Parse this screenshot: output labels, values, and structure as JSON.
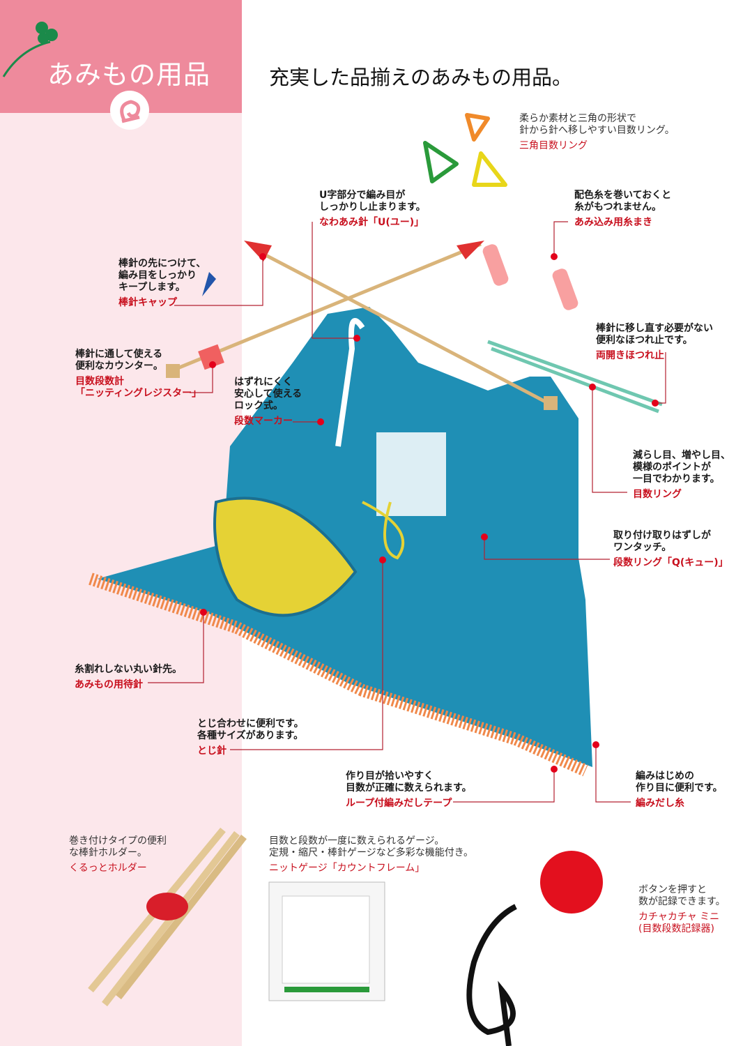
{
  "header": {
    "category_title": "あみもの用品",
    "headline": "充実した品揃えのあみもの用品。"
  },
  "colors": {
    "header_pink": "#EE8A9C",
    "panel_pink": "#FCE7EB",
    "accent_red": "#C8101E",
    "sweater_blue": "#1F8FB5"
  },
  "callouts": [
    {
      "id": "triangle-ring",
      "desc": "柔らか素材と三角の形状で\n針から針へ移しやすい目数リング。",
      "name": "三角目数リング"
    },
    {
      "id": "cable-needle",
      "desc": "U字部分で編み目が\nしっかりし止まります。",
      "name": "なわあみ針「U(ユー)」"
    },
    {
      "id": "bobbin",
      "desc": "配色糸を巻いておくと\n糸がもつれません。",
      "name": "あみ込み用糸まき"
    },
    {
      "id": "needle-cap",
      "desc": "棒針の先につけて、\n編み目をしっかり\nキープします。",
      "name": "棒針キャップ"
    },
    {
      "id": "stitch-holder",
      "desc": "棒針に移し直す必要がない\n便利なほつれ止です。",
      "name": "両開きほつれ止"
    },
    {
      "id": "row-counter",
      "desc": "棒針に通して使える\n便利なカウンター。",
      "name": "目数段数計\n「ニッティングレジスター」"
    },
    {
      "id": "row-marker",
      "desc": "はずれにくく\n安心して使える\nロック式。",
      "name": "段数マーカー"
    },
    {
      "id": "stitch-ring",
      "desc": "減らし目、増やし目、\n模様のポイントが\n一目でわかります。",
      "name": "目数リング"
    },
    {
      "id": "q-ring",
      "desc": "取り付け取りはずしが\nワンタッチ。",
      "name": "段数リング「Q(キュー)」"
    },
    {
      "id": "pins",
      "desc": "糸割れしない丸い針先。",
      "name": "あみもの用待針"
    },
    {
      "id": "tapestry-needle",
      "desc": "とじ合わせに便利です。\n各種サイズがあります。",
      "name": "とじ針"
    },
    {
      "id": "loop-tape",
      "desc": "作り目が拾いやすく\n目数が正確に数えられます。",
      "name": "ループ付編みだしテープ"
    },
    {
      "id": "cast-on-yarn",
      "desc": "編みはじめの\n作り目に便利です。",
      "name": "編みだし糸"
    },
    {
      "id": "holder",
      "desc": "巻き付けタイプの便利\nな棒針ホルダー。",
      "name": "くるっとホルダー"
    },
    {
      "id": "gauge",
      "desc": "目数と段数が一度に数えられるゲージ。\n定規・縮尺・棒針ゲージなど多彩な機能付き。",
      "name": "ニットゲージ「カウントフレーム」"
    },
    {
      "id": "clicker",
      "desc": "ボタンを押すと\n数が記録できます。",
      "name": "カチャカチャ ミニ\n(目数段数記録器)"
    }
  ]
}
